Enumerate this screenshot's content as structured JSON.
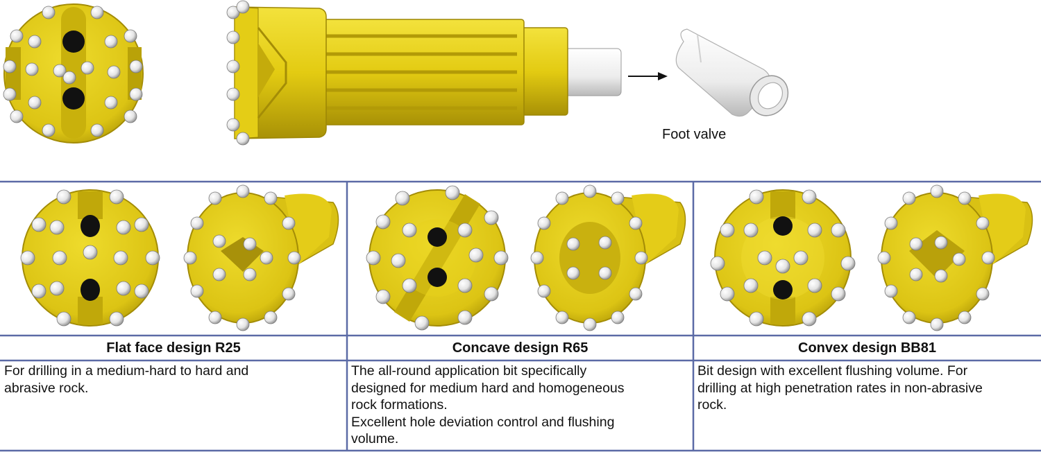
{
  "top": {
    "foot_valve_label": "Foot valve"
  },
  "designs": [
    {
      "title": "Flat face design R25",
      "description": "For drilling in a medium-hard to hard and\nabrasive rock."
    },
    {
      "title": "Concave design R65",
      "description": "The all-round application bit specifically\ndesigned for medium hard and homogeneous\nrock formations.\nExcellent hole deviation control and flushing\nvolume."
    },
    {
      "title": "Convex design BB81",
      "description": "Bit design with excellent flushing volume. For\ndrilling at high penetration rates in non-abrasive\nrock."
    }
  ],
  "colors": {
    "bit_yellow": "#e8d21c",
    "bit_dark": "#9f8a07",
    "bit_mid": "#cdb40f",
    "button_white": "#f2f2f2",
    "grid_blue": "#5b6aa6"
  }
}
